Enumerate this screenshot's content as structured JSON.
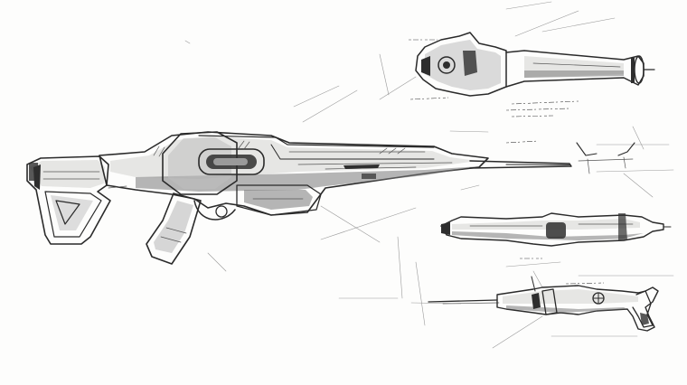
{
  "artwork": {
    "kind": "concept sketch sheet",
    "palette": {
      "paper": "#fdfdfc",
      "ink": "#2a2a2a",
      "shade": "#7a7a7a"
    },
    "views": [
      "main-rifle-side-view",
      "barrel-detail-view",
      "rifle-side-elevation",
      "rifle-reverse-view"
    ]
  }
}
